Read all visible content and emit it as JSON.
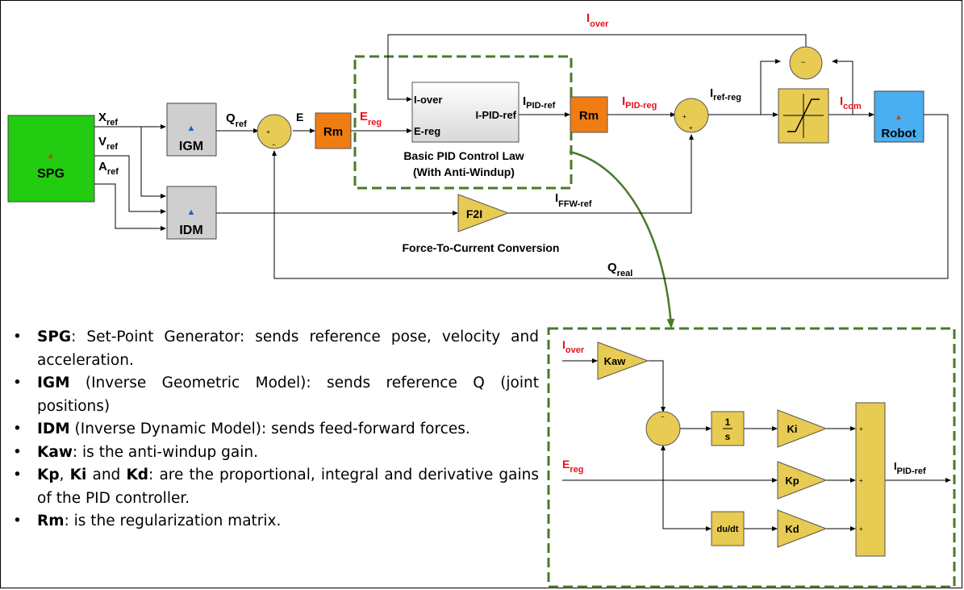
{
  "colors": {
    "block_yellow": "#e7cb52",
    "block_orange": "#f07d14",
    "spg_green": "#22cc11",
    "robot_blue": "#4aaff0",
    "model_gray": "#cfcfcf",
    "dashed_green": "#4a7a2a",
    "signal_red": "#e8101a"
  },
  "blocks": {
    "spg": "SPG",
    "igm": "IGM",
    "idm": "IDM",
    "rm1": "Rm",
    "rm2": "Rm",
    "f2i": "F2I",
    "robot": "Robot",
    "pid_in_over": "I-over",
    "pid_in_ereg": "E-reg",
    "pid_out": "I-PID-ref",
    "kaw": "Kaw",
    "ki": "Ki",
    "kp": "Kp",
    "kd": "Kd",
    "int_num": "1",
    "int_den": "s",
    "deriv": "du/dt"
  },
  "signals": {
    "x_ref": {
      "main": "X",
      "sub": "ref"
    },
    "v_ref": {
      "main": "V",
      "sub": "ref"
    },
    "a_ref": {
      "main": "A",
      "sub": "ref"
    },
    "q_ref": {
      "main": "Q",
      "sub": "ref"
    },
    "e": "E",
    "e_reg": {
      "main": "E",
      "sub": "reg"
    },
    "i_pid_ref": {
      "main": "I",
      "sub": "PID-ref"
    },
    "i_pid_reg": {
      "main": "I",
      "sub": "PID-reg"
    },
    "i_ref_reg": {
      "main": "I",
      "sub": "ref-reg"
    },
    "i_com": {
      "main": "I",
      "sub": "com"
    },
    "i_over": {
      "main": "I",
      "sub": "over"
    },
    "i_ffw_ref": {
      "main": "I",
      "sub": "FFW-ref"
    },
    "q_real": {
      "main": "Q",
      "sub": "real"
    },
    "detail_i_over": {
      "main": "I",
      "sub": "over"
    },
    "detail_e_reg": {
      "main": "E",
      "sub": "reg"
    },
    "detail_i_pid_ref": {
      "main": "I",
      "sub": "PID-ref"
    }
  },
  "captions": {
    "pid_line1": "Basic PID Control Law",
    "pid_line2": "(With Anti-Windup)",
    "f2i": "Force-To-Current Conversion"
  },
  "notes": [
    {
      "term": "SPG",
      "text": ": Set-Point Generator: sends reference pose, velocity and acceleration."
    },
    {
      "term": "IGM",
      "text": " (Inverse Geometric Model): sends reference Q (joint positions)"
    },
    {
      "term": "IDM",
      "text": " (Inverse Dynamic Model): sends feed-forward forces."
    },
    {
      "term": "Kaw",
      "text": ": is the anti-windup gain."
    },
    {
      "term": "Kp",
      "sep1": ", ",
      "term2": "Ki",
      "sep2": " and ",
      "term3": "Kd",
      "text": ": are the proportional, integral and derivative gains of the PID controller."
    },
    {
      "term": "Rm",
      "text": ": is the regularization matrix."
    }
  ],
  "bullet": "•"
}
